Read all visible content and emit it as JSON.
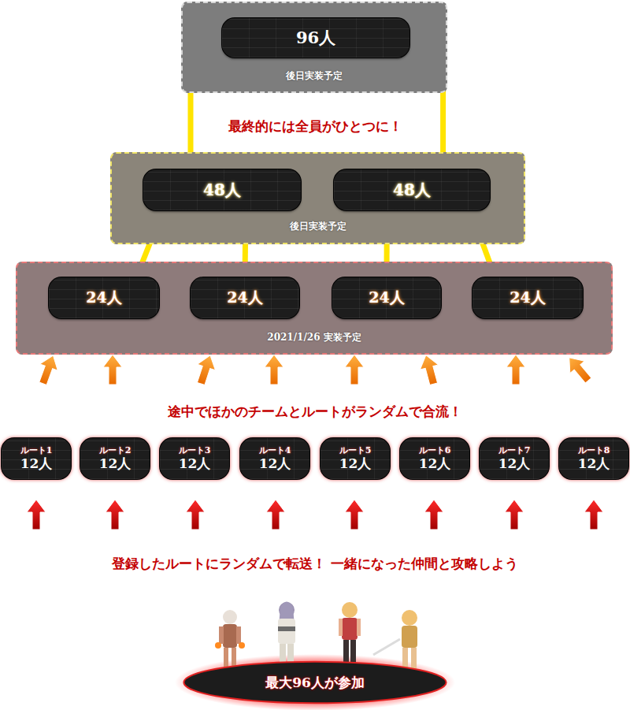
{
  "diagram": {
    "nodes": [
      {
        "text": [
          "後日実装予定"
        ]
      },
      {
        "text": [
          "96人"
        ],
        "in": 0
      },
      {
        "text": [
          "後日実装予定"
        ]
      },
      {
        "text": [
          "48人"
        ],
        "in": 2
      },
      {
        "text": [
          "48人"
        ],
        "in": 2
      },
      {
        "text": [
          "2021/1/26 実装予定"
        ]
      },
      {
        "text": [
          "24人"
        ],
        "in": 5
      },
      {
        "text": [
          "24人"
        ],
        "in": 5
      },
      {
        "text": [
          "24人"
        ],
        "in": 5
      },
      {
        "text": [
          "24人"
        ],
        "in": 5
      },
      {
        "text": [
          "ルート1",
          "12人"
        ]
      },
      {
        "text": [
          "ルート2",
          "12人"
        ]
      },
      {
        "text": [
          "ルート3",
          "12人"
        ]
      },
      {
        "text": [
          "ルート4",
          "12人"
        ]
      },
      {
        "text": [
          "ルート5",
          "12人"
        ]
      },
      {
        "text": [
          "ルート6",
          "12人"
        ]
      },
      {
        "text": [
          "ルート7",
          "12人"
        ]
      },
      {
        "text": [
          "ルート8",
          "12人"
        ]
      },
      {
        "text": [
          "最大96人が参加"
        ]
      }
    ],
    "edges": [
      {
        "from": 6,
        "to": 3,
        "arrow": "to"
      },
      {
        "from": 7,
        "to": 3,
        "arrow": "to"
      },
      {
        "from": 8,
        "to": 4,
        "arrow": "to"
      },
      {
        "from": 9,
        "to": 4,
        "arrow": "to"
      },
      {
        "from": 3,
        "to": 1,
        "arrow": "to"
      },
      {
        "from": 4,
        "to": 1,
        "arrow": "to"
      }
    ],
    "labels": [
      "最終的には全員がひとつに！",
      "途中でほかのチームとルートがランダムで合流！",
      "登録したルートにランダムで転送！ 一緒になった仲間と攻略しよう"
    ]
  }
}
